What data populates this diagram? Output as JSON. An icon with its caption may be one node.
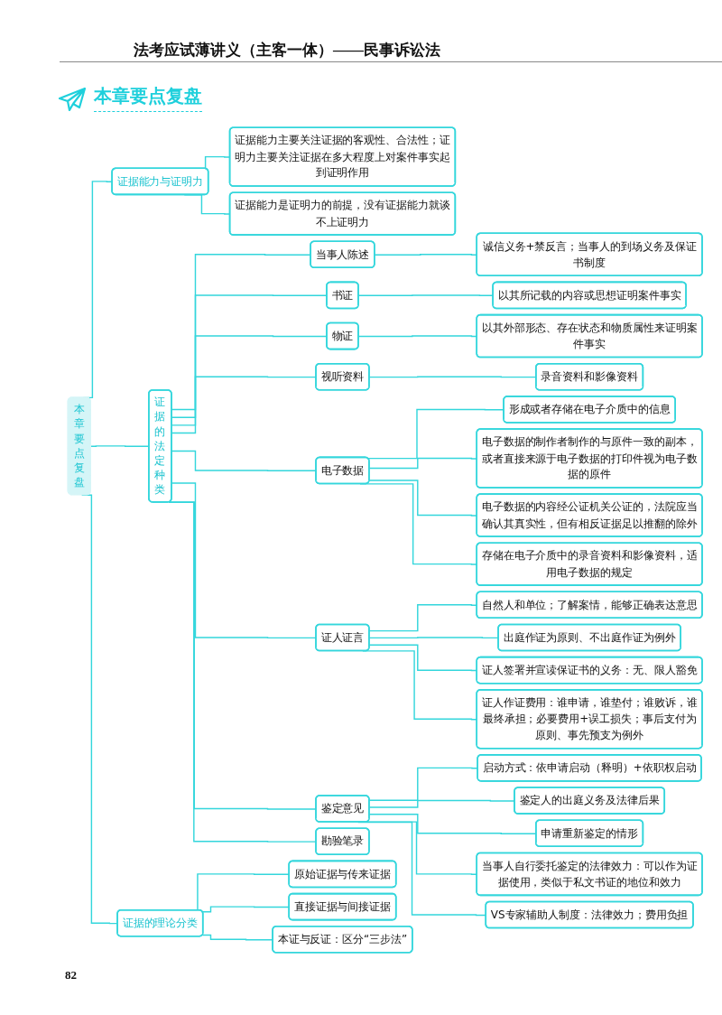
{
  "diagram": {
    "title": "本章要点复盘",
    "nodes": [
      {
        "text": [
          "本章要点复盘"
        ]
      },
      {
        "text": [
          "证据能力与证明力"
        ]
      },
      {
        "text": [
          "证据能力主要关注证据的客观性、合法性；证明力主要关注证据在多大程度上对案件事实起到证明作用"
        ]
      },
      {
        "text": [
          "证据能力是证明力的前提，没有证据能力就谈不上证明力"
        ]
      },
      {
        "text": [
          "证据的法定种类"
        ]
      },
      {
        "text": [
          "当事人陈述"
        ]
      },
      {
        "text": [
          "诚信义务+禁反言；当事人的到场义务及保证书制度"
        ]
      },
      {
        "text": [
          "书证"
        ]
      },
      {
        "text": [
          "以其所记载的内容或思想证明案件事实"
        ]
      },
      {
        "text": [
          "物证"
        ]
      },
      {
        "text": [
          "以其外部形态、存在状态和物质属性来证明案件事实"
        ]
      },
      {
        "text": [
          "视听资料"
        ]
      },
      {
        "text": [
          "录音资料和影像资料"
        ]
      },
      {
        "text": [
          "电子数据"
        ]
      },
      {
        "text": [
          "形成或者存储在电子介质中的信息"
        ]
      },
      {
        "text": [
          "电子数据的制作者制作的与原件一致的副本，或者直接来源于电子数据的打印件视为电子数据的原件"
        ]
      },
      {
        "text": [
          "电子数据的内容经公证机关公证的，法院应当确认其真实性，但有相反证据足以推翻的除外"
        ]
      },
      {
        "text": [
          "存储在电子介质中的录音资料和影像资料，适用电子数据的规定"
        ]
      },
      {
        "text": [
          "证人证言"
        ]
      },
      {
        "text": [
          "自然人和单位；了解案情，能够正确表达意思"
        ]
      },
      {
        "text": [
          "出庭作证为原则、不出庭作证为例外"
        ]
      },
      {
        "text": [
          "证人签署并宣读保证书的义务：无、限人豁免"
        ]
      },
      {
        "text": [
          "证人作证费用：谁申请，谁垫付；谁败诉，谁最终承担；必要费用+误工损失；事后支付为原则、事先预支为例外"
        ]
      },
      {
        "text": [
          "鉴定意见"
        ]
      },
      {
        "text": [
          "启动方式：依申请启动（释明）+依职权启动"
        ]
      },
      {
        "text": [
          "鉴定人的出庭义务及法律后果"
        ]
      },
      {
        "text": [
          "申请重新鉴定的情形"
        ]
      },
      {
        "text": [
          "当事人自行委托鉴定的法律效力：可以作为证据使用，类似于私文书证的地位和效力"
        ]
      },
      {
        "text": [
          "VS专家辅助人制度：法律效力；费用负担"
        ]
      },
      {
        "text": [
          "勘验笔录"
        ]
      },
      {
        "text": [
          "证据的理论分类"
        ]
      },
      {
        "text": [
          "原始证据与传来证据"
        ]
      },
      {
        "text": [
          "直接证据与间接证据"
        ]
      },
      {
        "text": [
          "本证与反证：区分“三步法”"
        ]
      }
    ],
    "edges": [
      {
        "from": 0,
        "to": 1,
        "arrow": "none"
      },
      {
        "from": 1,
        "to": 2,
        "arrow": "none"
      },
      {
        "from": 1,
        "to": 3,
        "arrow": "none"
      },
      {
        "from": 0,
        "to": 4,
        "arrow": "none"
      },
      {
        "from": 4,
        "to": 5,
        "arrow": "none"
      },
      {
        "from": 5,
        "to": 6,
        "arrow": "none"
      },
      {
        "from": 4,
        "to": 7,
        "arrow": "none"
      },
      {
        "from": 7,
        "to": 8,
        "arrow": "none"
      },
      {
        "from": 4,
        "to": 9,
        "arrow": "none"
      },
      {
        "from": 9,
        "to": 10,
        "arrow": "none"
      },
      {
        "from": 4,
        "to": 11,
        "arrow": "none"
      },
      {
        "from": 11,
        "to": 12,
        "arrow": "none"
      },
      {
        "from": 4,
        "to": 13,
        "arrow": "none"
      },
      {
        "from": 13,
        "to": 14,
        "arrow": "none"
      },
      {
        "from": 13,
        "to": 15,
        "arrow": "none"
      },
      {
        "from": 13,
        "to": 16,
        "arrow": "none"
      },
      {
        "from": 13,
        "to": 17,
        "arrow": "none"
      },
      {
        "from": 4,
        "to": 18,
        "arrow": "none"
      },
      {
        "from": 18,
        "to": 19,
        "arrow": "none"
      },
      {
        "from": 18,
        "to": 20,
        "arrow": "none"
      },
      {
        "from": 18,
        "to": 21,
        "arrow": "none"
      },
      {
        "from": 18,
        "to": 22,
        "arrow": "none"
      },
      {
        "from": 4,
        "to": 23,
        "arrow": "none"
      },
      {
        "from": 23,
        "to": 24,
        "arrow": "none"
      },
      {
        "from": 23,
        "to": 25,
        "arrow": "none"
      },
      {
        "from": 23,
        "to": 26,
        "arrow": "none"
      },
      {
        "from": 23,
        "to": 27,
        "arrow": "none"
      },
      {
        "from": 23,
        "to": 28,
        "arrow": "none"
      },
      {
        "from": 4,
        "to": 29,
        "arrow": "none"
      },
      {
        "from": 0,
        "to": 30,
        "arrow": "none"
      },
      {
        "from": 30,
        "to": 31,
        "arrow": "none"
      },
      {
        "from": 30,
        "to": 32,
        "arrow": "none"
      },
      {
        "from": 30,
        "to": 33,
        "arrow": "none"
      }
    ],
    "labels": [
      "法考应试薄讲义（主客一体）——民事诉讼法",
      "82"
    ]
  }
}
